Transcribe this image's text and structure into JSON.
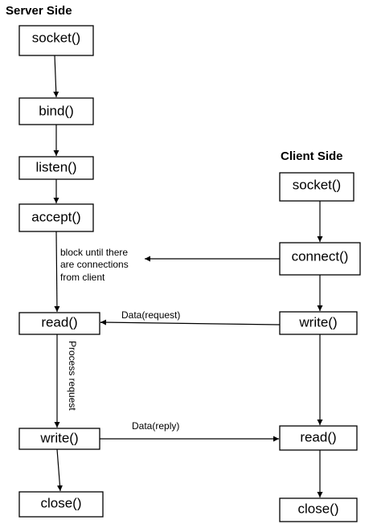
{
  "headings": {
    "server": "Server Side",
    "client": "Client Side"
  },
  "server": {
    "socket": "socket()",
    "bind": "bind()",
    "listen": "listen()",
    "accept": "accept()",
    "read": "read()",
    "write": "write()",
    "close": "close()"
  },
  "client": {
    "socket": "socket()",
    "connect": "connect()",
    "write": "write()",
    "read": "read()",
    "close": "close()"
  },
  "labels": {
    "block_line1": "block until there",
    "block_line2": "are connections",
    "block_line3": "from client",
    "data_request": "Data(request)",
    "data_reply": "Data(reply)",
    "process_request": "Process request"
  }
}
